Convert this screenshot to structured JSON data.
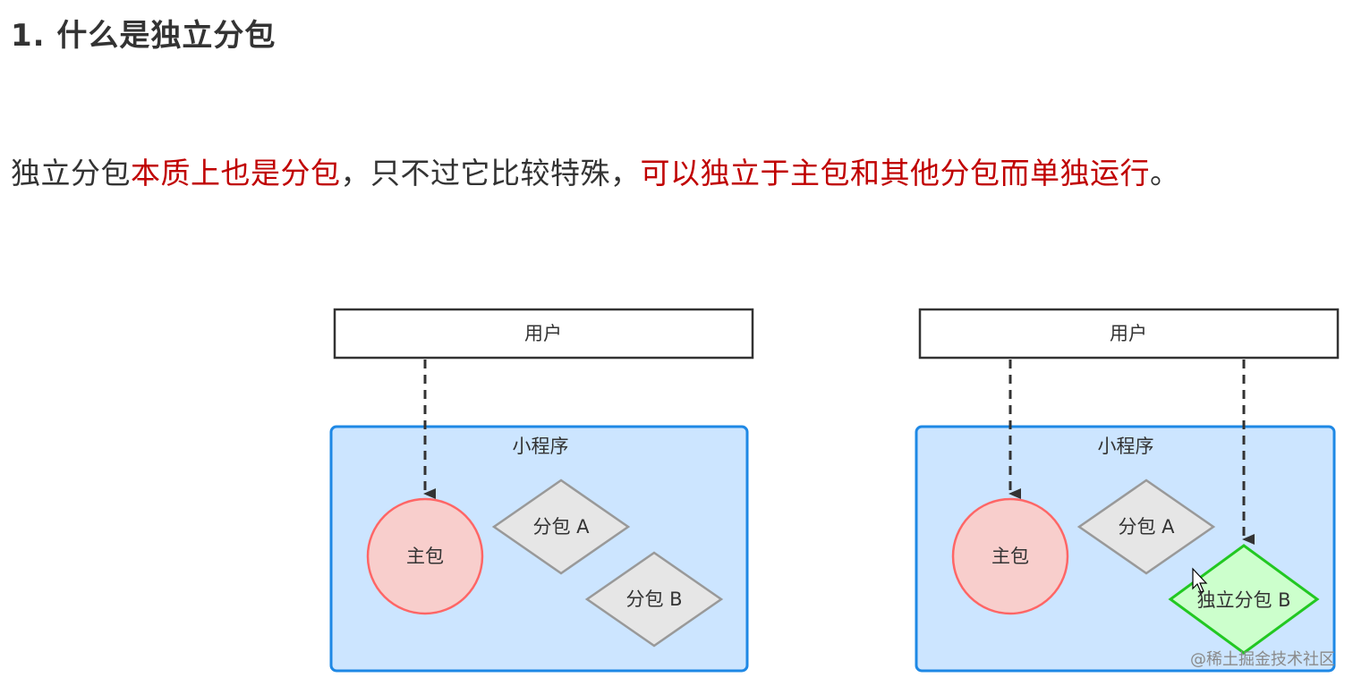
{
  "heading": "1. 什么是独立分包",
  "paragraph": {
    "part1": "独立分包",
    "part2": "本质上也是分包",
    "part3": "，只不过它比较特殊，",
    "part4": "可以独立于主包和其他分包而单独运行",
    "part5": "。"
  },
  "diagram_left": {
    "user_label": "用户",
    "app_label": "小程序",
    "main_pkg": "主包",
    "sub_a": "分包 A",
    "sub_b": "分包 B"
  },
  "diagram_right": {
    "user_label": "用户",
    "app_label": "小程序",
    "main_pkg": "主包",
    "sub_a": "分包 A",
    "independent_b": "独立分包 B"
  },
  "watermark": "@稀土掘金技术社区",
  "colors": {
    "text": "#333333",
    "emphasis_red": "#c00000",
    "app_fill": "#cce5ff",
    "app_border": "#1e88e5",
    "main_fill": "#f8cecc",
    "main_border": "#ff6666",
    "sub_fill": "#e6e6e6",
    "sub_border": "#999999",
    "independent_fill": "#ccffcc",
    "independent_border": "#22c822",
    "arrow": "#333333"
  }
}
